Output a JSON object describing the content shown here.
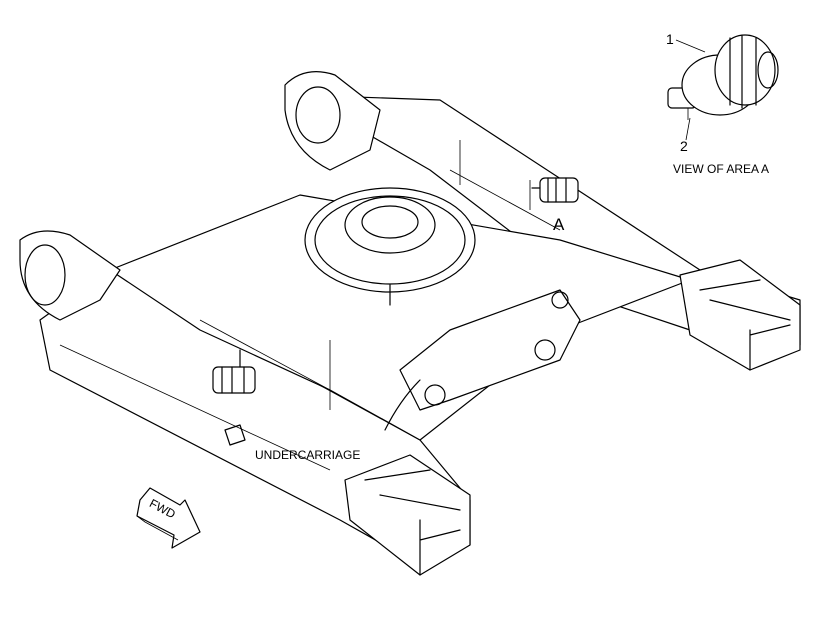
{
  "labels": {
    "callout_1": "1",
    "callout_2": "2",
    "view_title": "VIEW OF AREA  A",
    "area_marker": "A",
    "undercarriage": "UNDERCARRIAGE",
    "fwd": "FWD"
  },
  "icons": [
    "roller-icon",
    "fwd-arrow-icon"
  ],
  "colors": {
    "line": "#000000",
    "background": "#ffffff"
  }
}
